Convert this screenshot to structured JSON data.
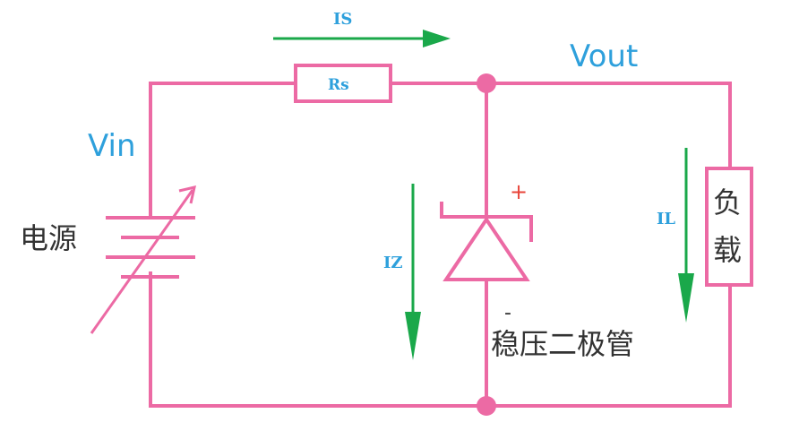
{
  "labels": {
    "vin": "Vin",
    "vout": "Vout",
    "power_source": "电源",
    "rs": "Rs",
    "is": "IS",
    "iz": "IZ",
    "il": "IL",
    "plus": "+",
    "minus": "-",
    "zener_diode": "稳压二极管",
    "load_line1": "负",
    "load_line2": "载"
  },
  "colors": {
    "wire": "#ec6aa4",
    "arrow": "#1aa84a",
    "text_blue": "#2ea0dc",
    "text_dark": "#333333",
    "plus_red": "#e8443a"
  }
}
